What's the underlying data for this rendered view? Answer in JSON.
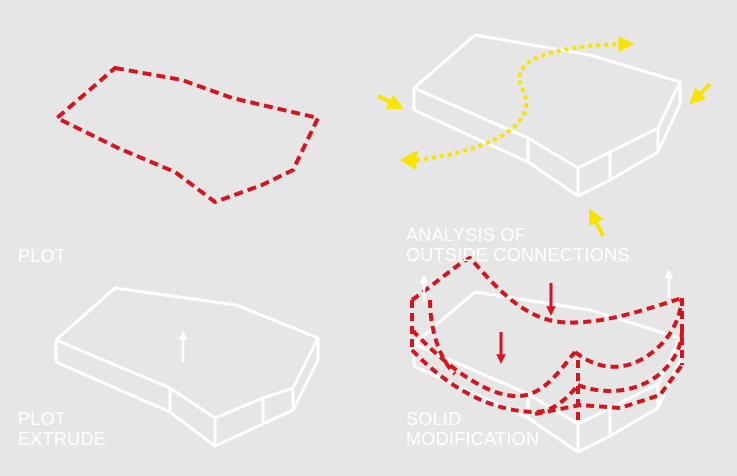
{
  "captions": {
    "plot": [
      "PLOT"
    ],
    "plot_extrude": [
      "PLOT",
      "EXTRUDE"
    ],
    "analysis": [
      "ANALYSIS OF",
      "OUTSIDE CONNECTIONS"
    ],
    "solid": [
      "SOLID",
      "MODIFICATION"
    ]
  },
  "colors": {
    "background": "#e6e6e6",
    "outline": "#ffffff",
    "plot_boundary": "#d7141e",
    "connections": "#f7e400",
    "modification": "#d7141e"
  },
  "icons": {
    "extrude": "up-arrow-icon",
    "connection_in": "inbound-arrow-icon",
    "connection_flow": "dotted-flow-arrow-icon",
    "push_down": "down-arrow-icon",
    "pull_up": "up-arrow-icon"
  }
}
